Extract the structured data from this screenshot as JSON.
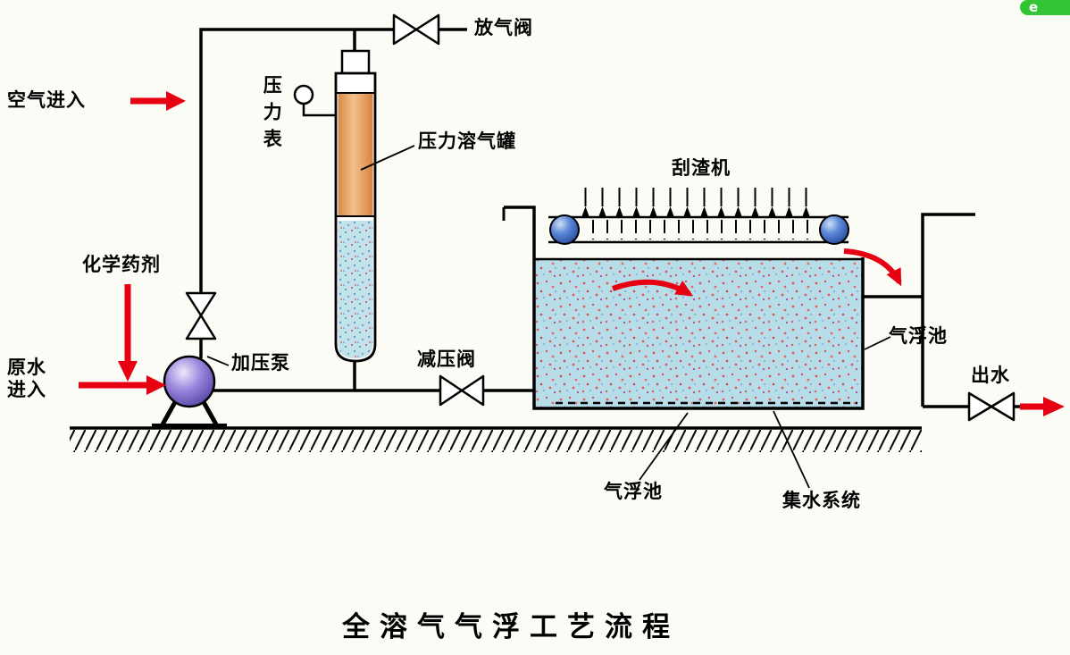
{
  "page": {
    "background": "#fcfcf6",
    "badge": "e"
  },
  "diagram": {
    "title": "全溶气气浮工艺流程",
    "labels": {
      "vent_valve": "放气阀",
      "air_inlet": "空气进入",
      "pressure_gauge": "压力表",
      "pressure_column": "压力溶气罐",
      "scraper": "刮渣机",
      "chemicals": "化学药剂",
      "raw_water_line1": "原水",
      "raw_water_line2": "进入",
      "pump": "加压泵",
      "relief_valve": "减压阀",
      "flotation_tank_side": "气浮池",
      "outlet": "出水",
      "flotation_tank_bottom": "气浮池",
      "collection_system": "集水系统"
    },
    "colors": {
      "line": "#000000",
      "arrow_red": "#e60012",
      "tank_water": "#b7dde8",
      "column_orange": "#e9a25f",
      "pump_violet": "#8d7ad8",
      "wheel_blue": "#5b86d6",
      "badge_green": "#33c433"
    }
  }
}
